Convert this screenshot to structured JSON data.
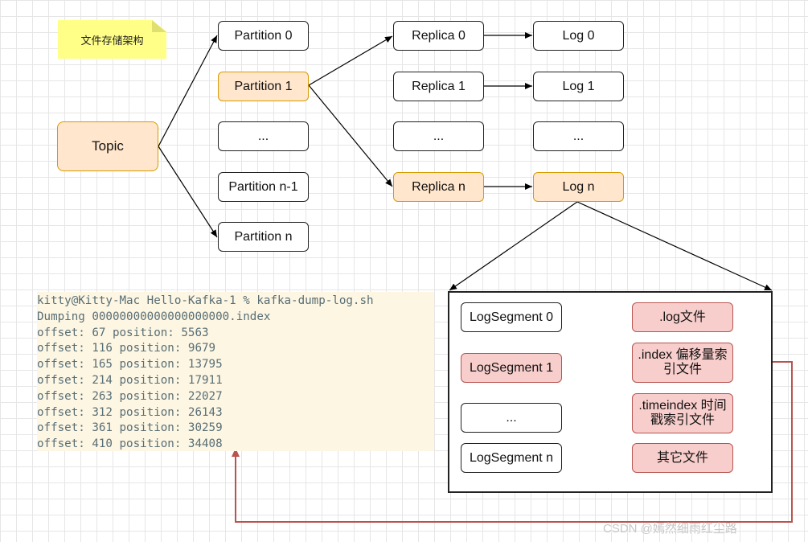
{
  "note": "文件存储架构",
  "topic": "Topic",
  "partitions": [
    "Partition 0",
    "Partition 1",
    "...",
    "Partition n-1",
    "Partition n"
  ],
  "replicas": [
    "Replica 0",
    "Replica 1",
    "...",
    "Replica n"
  ],
  "logs": [
    "Log 0",
    "Log 1",
    "...",
    "Log n"
  ],
  "segments": [
    "LogSegment 0",
    "LogSegment 1",
    "...",
    "LogSegment n"
  ],
  "files": [
    ".log文件",
    ".index 偏移量索引文件",
    ".timeindex 时间戳索引文件",
    "其它文件"
  ],
  "terminal": {
    "lines": [
      "kitty@Kitty-Mac Hello-Kafka-1 % kafka-dump-log.sh",
      "Dumping 00000000000000000000.index",
      "offset: 67 position: 5563",
      "offset: 116 position: 9679",
      "offset: 165 position: 13795",
      "offset: 214 position: 17911",
      "offset: 263 position: 22027",
      "offset: 312 position: 26143",
      "offset: 361 position: 30259",
      "offset: 410 position: 34408"
    ]
  },
  "watermark": "CSDN @嫣然细雨红尘路",
  "colors": {
    "highlight_fill": "#ffe6cc",
    "highlight_stroke": "#d79b00",
    "file_fill": "#f8cecc",
    "file_stroke": "#b85450",
    "connector_red": "#b85450",
    "note_fill": "#ffff88"
  }
}
